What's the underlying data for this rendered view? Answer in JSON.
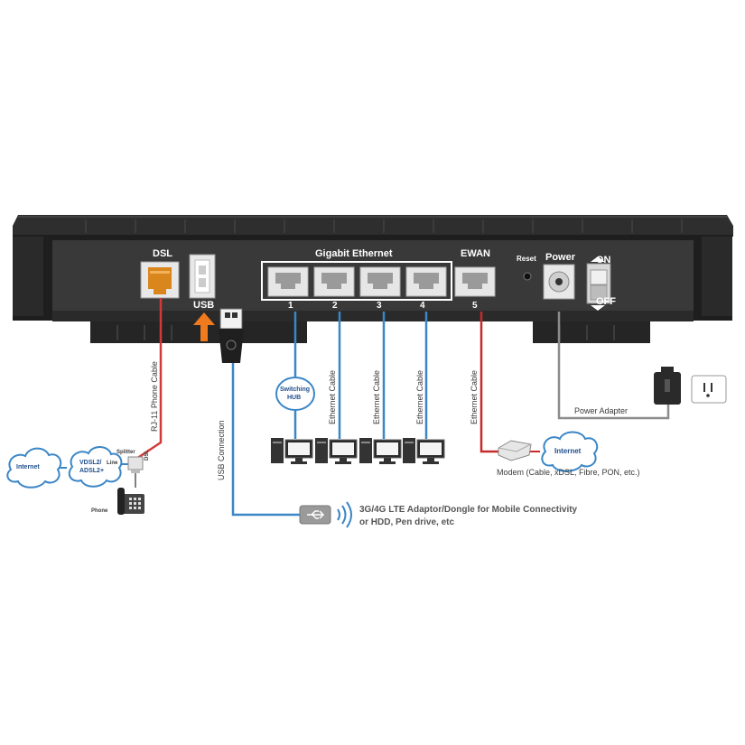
{
  "router": {
    "dsl_label": "DSL",
    "usb_label": "USB",
    "gigabit_label": "Gigabit Ethernet",
    "ewan_label": "EWAN",
    "reset_label": "Reset",
    "power_label": "Power",
    "on_label": "ON",
    "off_label": "OFF",
    "port_numbers": [
      "1",
      "2",
      "3",
      "4",
      "5"
    ]
  },
  "connections": {
    "rj11_cable": "RJ-11 Phone Cable",
    "usb_connection": "USB Connection",
    "ethernet_cables": [
      "Ethernet Cable",
      "Ethernet Cable",
      "Ethernet Cable",
      "Ethernet Cable"
    ],
    "switching_hub": [
      "Switching",
      "HUB"
    ],
    "power_adapter": "Power Adapter"
  },
  "dsl_side": {
    "internet": "Internet",
    "vdsl": [
      "VDSL2/",
      "ADSL2+"
    ],
    "splitter": "Splitter",
    "line": "Line",
    "dsl": "DSL",
    "phone": "Phone"
  },
  "wan_side": {
    "internet": "Internet",
    "modem": "Modem (Cable, xDSL, Fibre, PON, etc.)"
  },
  "usb_device": {
    "line1": "3G/4G LTE Adaptor/Dongle for Mobile Connectivity",
    "line2": "or HDD, Pen drive, etc"
  },
  "colors": {
    "router_body": "#2b2b2b",
    "panel": "#3a3a3a",
    "phone_cable": "#d23a3a",
    "ethernet_cable": "#3b86c6",
    "wan_cable": "#c62a2a",
    "usb_cable": "#3b86c6",
    "power_cable": "#8c8c8c",
    "arrow": "#f07a1e",
    "cloud_border": "#3b86c6"
  }
}
